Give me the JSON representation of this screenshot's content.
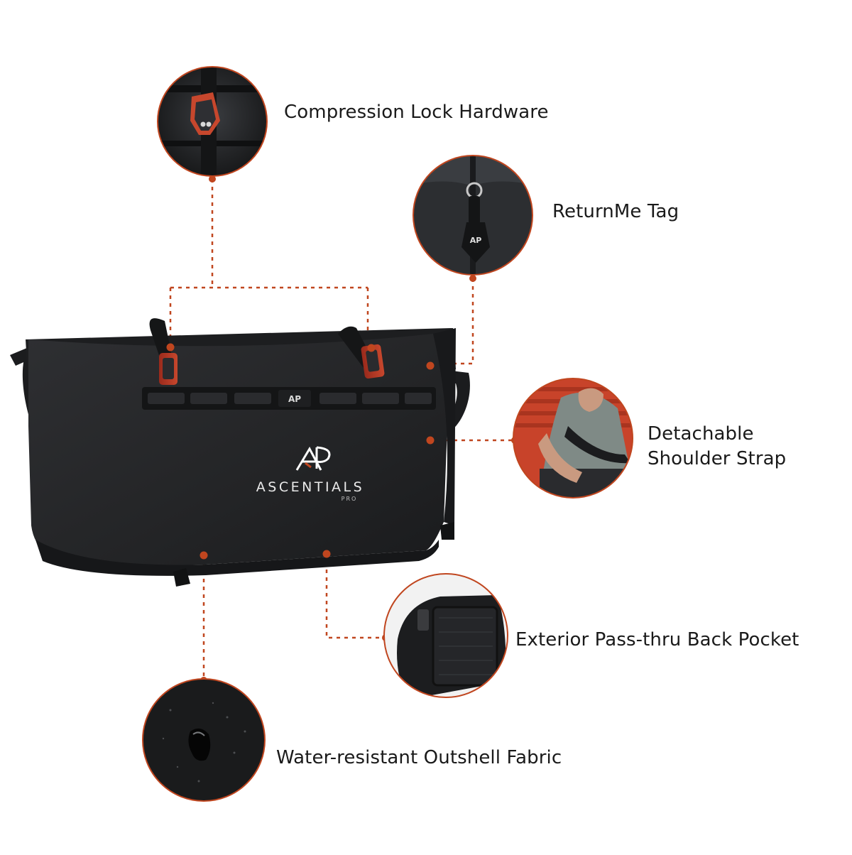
{
  "accent_color": "#c0461f",
  "bag_color": "#232426",
  "brand": {
    "logo_mark": "AP",
    "name": "ASCENTIALS",
    "sub": "PRO"
  },
  "callouts": {
    "compression": "Compression Lock Hardware",
    "returnme": "ReturnMe Tag",
    "strap_line1": "Detachable",
    "strap_line2": "Shoulder Strap",
    "pocket": "Exterior Pass-thru Back Pocket",
    "fabric": "Water-resistant Outshell Fabric"
  }
}
